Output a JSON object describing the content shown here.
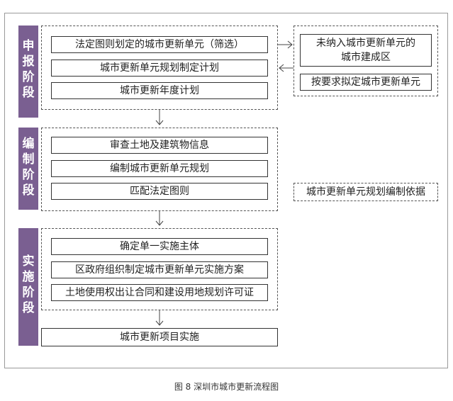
{
  "stages": [
    "申报阶段",
    "编制阶段",
    "实施阶段"
  ],
  "stage1": {
    "items": [
      "法定图则划定的城市更新单元（筛选）",
      "城市更新单元规划制定计划",
      "城市更新年度计划"
    ],
    "side_top": "未纳入城市更新单元的\n城市建成区",
    "side_bottom": "按要求拟定城市更新单元"
  },
  "stage2": {
    "items": [
      "审查土地及建筑物信息",
      "编制城市更新单元规划",
      "匹配法定图则"
    ],
    "side": "城市更新单元规划编制依据"
  },
  "stage3": {
    "items": [
      "确定单一实施主体",
      "区政府组织制定城市更新单元实施方案",
      "土地使用权出让合同和建设用地规划许可证"
    ]
  },
  "final": "城市更新项目实施",
  "caption": "图 8   深圳市城市更新流程图"
}
